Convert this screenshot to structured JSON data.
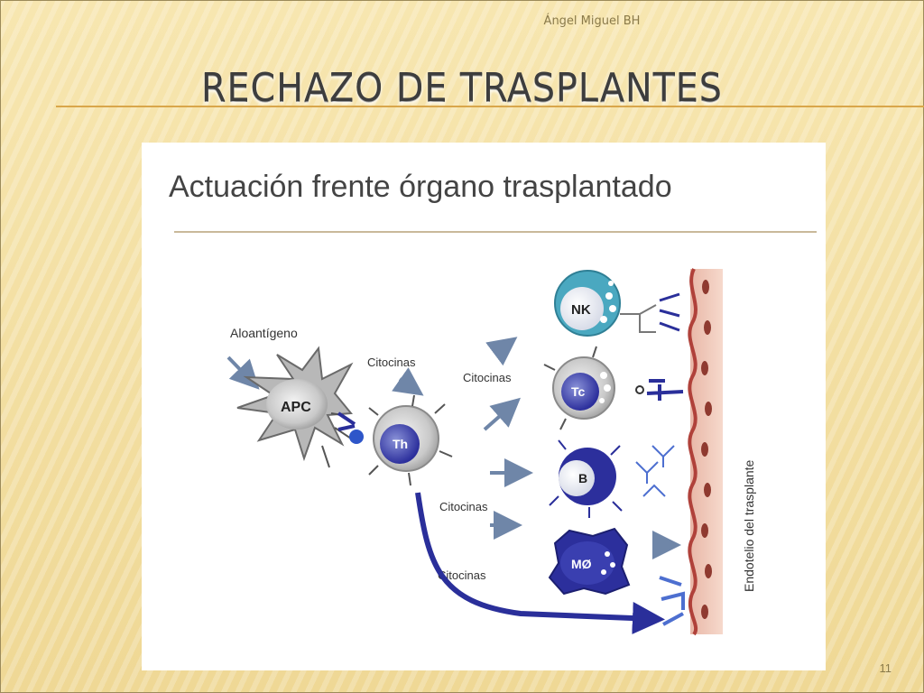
{
  "slide": {
    "author": "Ángel Miguel BH",
    "title": "RECHAZO DE TRASPLANTES",
    "page_number": "11"
  },
  "figure": {
    "title": "Actuación frente órgano trasplantado",
    "labels": {
      "alloantigen": "Aloantígeno",
      "cytokines_1": "Citocinas",
      "cytokines_2": "Citocinas",
      "cytokines_3": "Citocinas",
      "cytokines_4": "Citocinas",
      "endothelium": "Endotelio del trasplante"
    },
    "cells": {
      "apc": "APC",
      "th": "Th",
      "nk": "NK",
      "tc": "Tc",
      "b": "B",
      "macrophage": "MØ"
    },
    "colors": {
      "arrow_blue": "#6f86a8",
      "dark_blue": "#2a2f9a",
      "nk_teal": "#4aa8c0",
      "endothelium_red": "#b0413a"
    }
  }
}
